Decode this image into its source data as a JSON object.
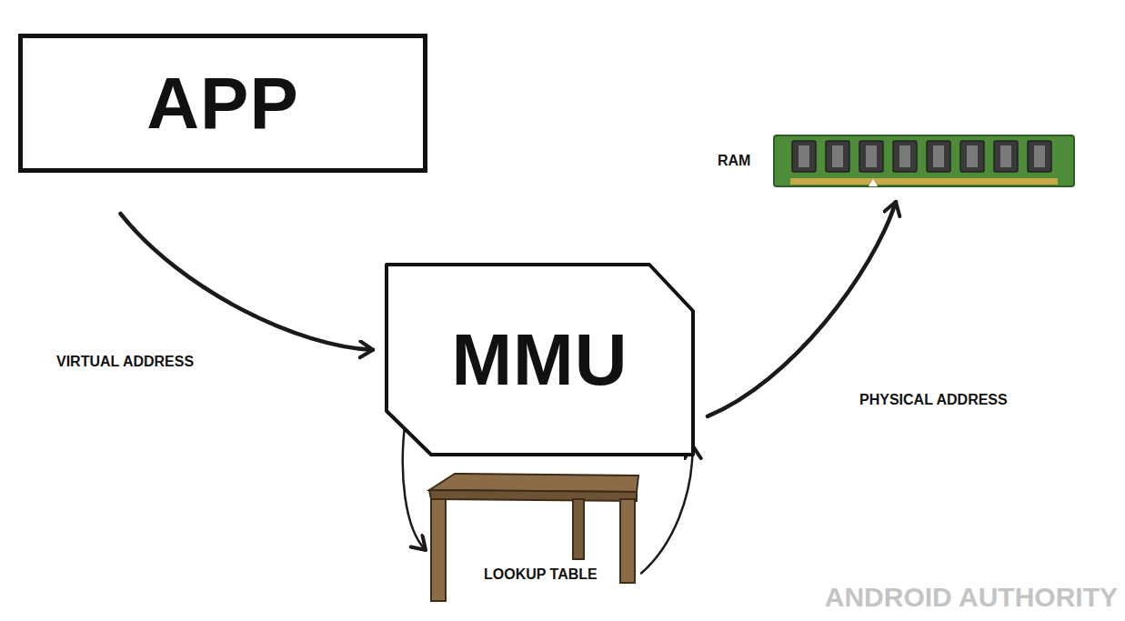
{
  "diagram": {
    "nodes": [
      {
        "text": [
          "APP"
        ]
      },
      {
        "text": [
          "RAM"
        ]
      },
      {
        "text": [
          "MMU"
        ]
      },
      {
        "text": [
          "LOOKUP TABLE"
        ]
      }
    ],
    "edges": [
      {
        "from": 0,
        "to": 2,
        "label": "VIRTUAL ADDRESS",
        "arrow": "to"
      },
      {
        "from": 2,
        "to": 3,
        "arrow": "to"
      },
      {
        "from": 3,
        "to": 2,
        "arrow": "to"
      },
      {
        "from": 2,
        "to": 1,
        "label": "PHYSICAL ADDRESS",
        "arrow": "to"
      }
    ],
    "labels": [
      "ANDROID AUTHORITY"
    ]
  }
}
